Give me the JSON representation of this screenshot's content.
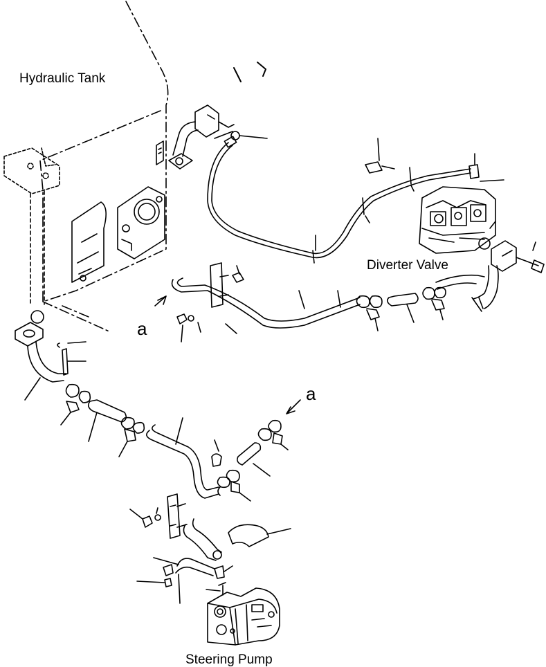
{
  "labels": {
    "hydraulic_tank": "Hydraulic Tank",
    "diverter_valve": "Diverter Valve",
    "steering_pump": "Steering Pump"
  },
  "references": {
    "a_upper": "a",
    "a_lower": "a"
  },
  "colors": {
    "ink": "#000000",
    "background": "#ffffff"
  }
}
